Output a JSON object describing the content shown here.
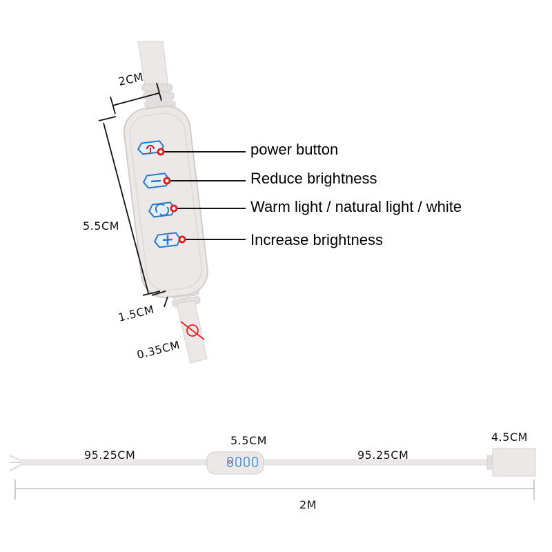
{
  "controller": {
    "width_label": "2CM",
    "length_label": "5.5CM",
    "strain_relief_label": "1.5CM",
    "cable_diameter_label": "0.35CM"
  },
  "buttons": [
    {
      "icon": "power-icon",
      "label": "power button",
      "color": "#c0282d"
    },
    {
      "icon": "minus-icon",
      "label": "Reduce brightness",
      "color": "#2a78c8"
    },
    {
      "icon": "cycle-icon",
      "label": "Warm light / natural light / white",
      "color": "#2a78c8"
    },
    {
      "icon": "plus-icon",
      "label": "Increase brightness",
      "color": "#2a78c8"
    }
  ],
  "cable": {
    "left_segment_label": "95.25CM",
    "controller_label": "5.5CM",
    "right_segment_label": "95.25CM",
    "plug_label": "4.5CM",
    "total_label": "2M"
  },
  "colors": {
    "marker": "#e02020",
    "body": "#ece8e8",
    "outline": "#cfc9c9"
  }
}
